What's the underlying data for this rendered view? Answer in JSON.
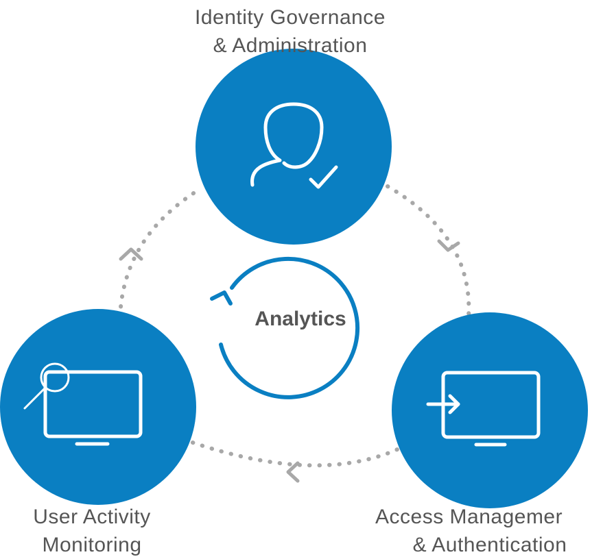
{
  "colors": {
    "node_fill": "#0a7fc2",
    "icon_stroke": "#ffffff",
    "connector": "#a8a8a8",
    "label_text": "#555555",
    "analytics_ring": "#0a7fc2",
    "analytics_text": "#555555",
    "background": "#ffffff"
  },
  "nodes": {
    "identity": {
      "label_line1": "Identity Governance",
      "label_line2": "& Administration",
      "icon": "user-check-icon"
    },
    "access": {
      "label_line1": "Access Managemer",
      "label_line2": "& Authentication",
      "icon": "monitor-login-icon"
    },
    "monitoring": {
      "label_line1": "User Activity",
      "label_line2": "Monitoring",
      "icon": "monitor-magnifier-icon"
    }
  },
  "center": {
    "label": "Analytics",
    "icon": "refresh-cycle-icon"
  },
  "connectors": [
    {
      "from": "identity",
      "to": "access",
      "style": "dotted",
      "arrow": "chevron"
    },
    {
      "from": "access",
      "to": "monitoring",
      "style": "dotted",
      "arrow": "chevron"
    },
    {
      "from": "monitoring",
      "to": "identity",
      "style": "dotted",
      "arrow": "chevron"
    }
  ]
}
